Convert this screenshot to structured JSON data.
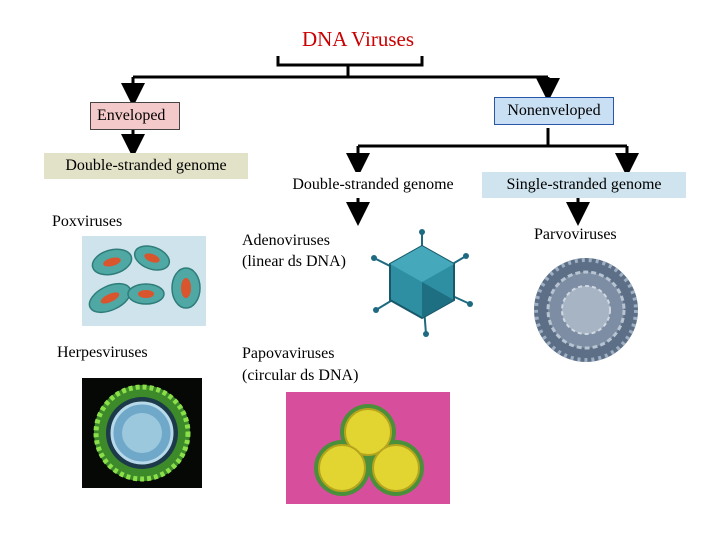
{
  "title": "DNA Viruses",
  "enveloped": {
    "label": "Enveloped",
    "genome": "Double-stranded genome",
    "viruses": [
      "Poxviruses",
      "Herpesviruses"
    ]
  },
  "nonenveloped": {
    "label": "Nonenveloped",
    "ds_genome": "Double-stranded genome",
    "ss_genome": "Single-stranded genome",
    "adeno": [
      "Adenoviruses",
      "(linear ds DNA)"
    ],
    "papova": [
      "Papovaviruses",
      "(circular ds DNA)"
    ],
    "parvo": "Parvoviruses"
  },
  "colors": {
    "title": "#cc0000",
    "enveloped_box": "#f4c9c9",
    "nonenveloped_box": "#c9dff4",
    "ds_box": "#e2e2c8",
    "ss_box": "#cfe4ef"
  },
  "images": [
    "poxvirus-micrograph",
    "herpesvirus-micrograph",
    "adenovirus-model",
    "papovavirus-micrograph",
    "parvovirus-model"
  ]
}
